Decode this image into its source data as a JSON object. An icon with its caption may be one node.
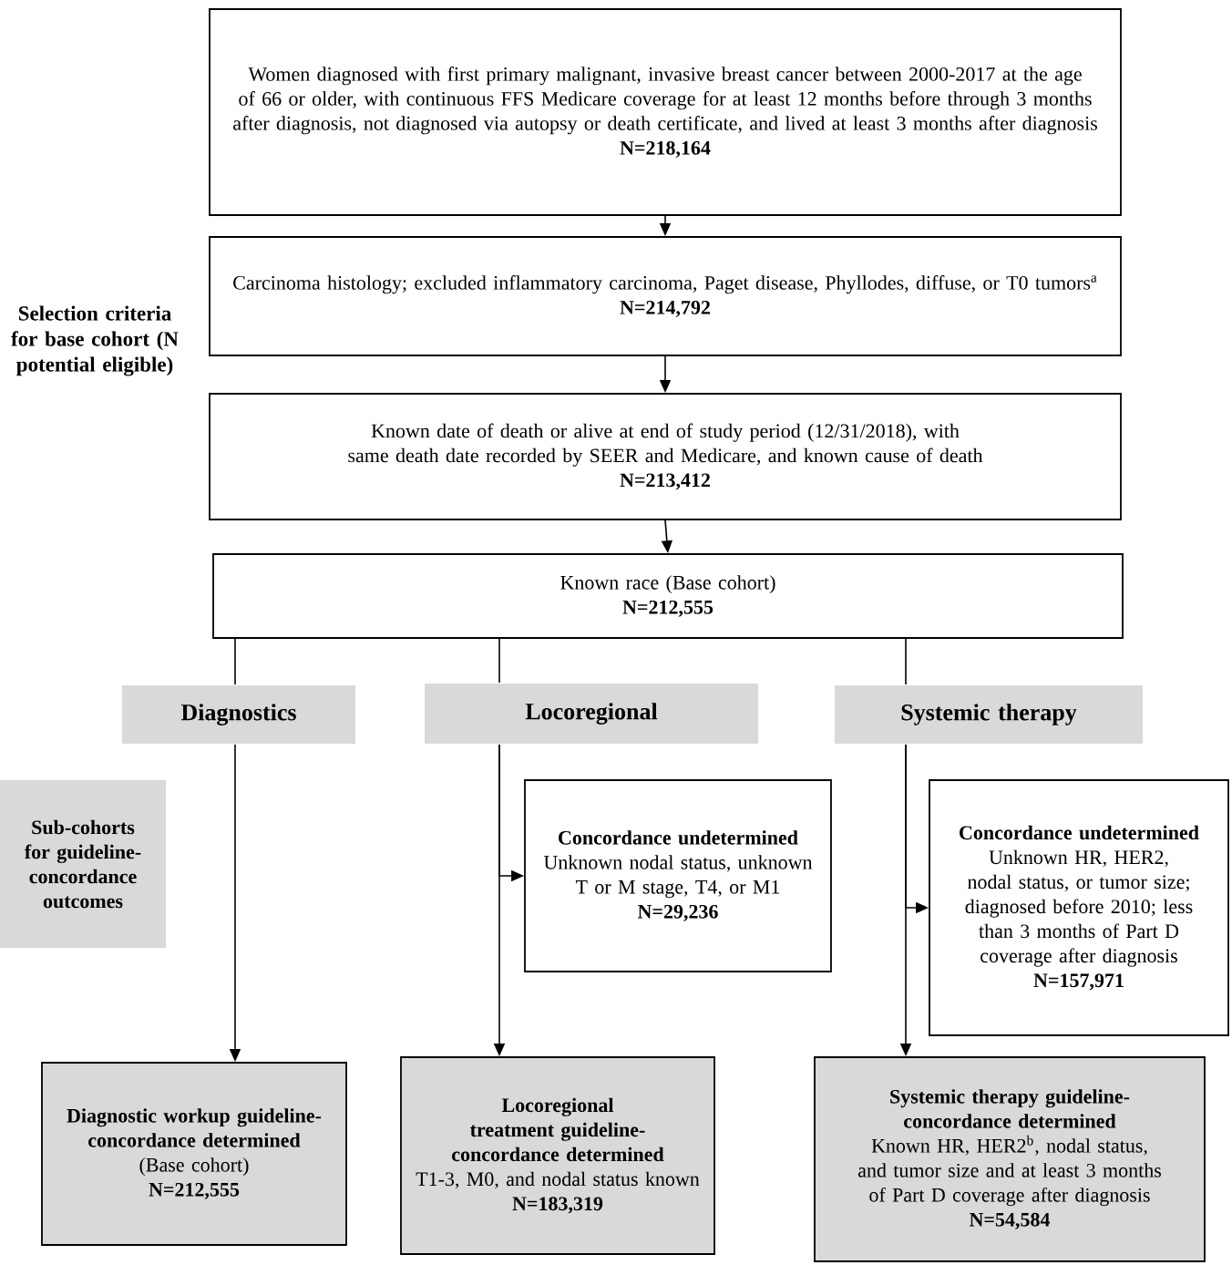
{
  "diagram": {
    "nodes": [
      {
        "text": [
          "Women diagnosed with first primary malignant, invasive breast cancer between 2000-2017 at the age of 66 or older, with continuous FFS Medicare coverage for at least 12 months before through 3 months after diagnosis, not diagnosed via autopsy or death certificate, and lived at least 3 months after diagnosis",
          "N=218,164"
        ]
      },
      {
        "text": [
          "Carcinoma histology; excluded inflammatory carcinoma, Paget disease, Phyllodes, diffuse, or T0 tumors$^{a}$",
          "N=214,792"
        ]
      },
      {
        "text": [
          "Known date of death or alive at end of study period (12/31/2018), with same death date recorded by SEER and Medicare, and known cause of death",
          "N=213,412"
        ]
      },
      {
        "text": [
          "Known race (Base cohort)",
          "N=212,555"
        ]
      },
      {
        "text": [
          "Diagnostics"
        ]
      },
      {
        "text": [
          "Locoregional"
        ]
      },
      {
        "text": [
          "Systemic therapy"
        ]
      },
      {
        "text": [
          "Sub-cohorts for guideline-concordance outcomes"
        ]
      },
      {
        "text": [
          "Concordance undetermined",
          "Unknown nodal status, unknown T or M stage, T4, or M1",
          "N=29,236"
        ]
      },
      {
        "text": [
          "Concordance undetermined",
          "Unknown HR, HER2, nodal status, or tumor size; diagnosed before 2010; less than 3 months of Part D coverage after diagnosis",
          "N=157,971"
        ]
      },
      {
        "text": [
          "Diagnostic workup guideline-concordance determined",
          "(Base cohort)",
          "N=212,555"
        ]
      },
      {
        "text": [
          "Locoregional treatment guideline-concordance determined",
          "T1-3, M0, and nodal status known",
          "N=183,319"
        ]
      },
      {
        "text": [
          "Systemic therapy guideline-concordance determined",
          "Known HR, HER2$^{b}$, nodal status, and tumor size and at least 3 months of Part D coverage after diagnosis",
          "N=54,584"
        ]
      }
    ],
    "edges": [
      {
        "from": 0,
        "to": 1,
        "arrow": "to"
      },
      {
        "from": 1,
        "to": 2,
        "arrow": "to"
      },
      {
        "from": 2,
        "to": 3,
        "arrow": "to"
      },
      {
        "from": 3,
        "to": 4,
        "arrow": "none"
      },
      {
        "from": 3,
        "to": 5,
        "arrow": "none"
      },
      {
        "from": 3,
        "to": 6,
        "arrow": "none"
      },
      {
        "from": 4,
        "to": 10,
        "arrow": "to"
      },
      {
        "from": 5,
        "to": 8,
        "arrow": "to"
      },
      {
        "from": 5,
        "to": 11,
        "arrow": "to"
      },
      {
        "from": 6,
        "to": 9,
        "arrow": "to"
      },
      {
        "from": 6,
        "to": 12,
        "arrow": "to"
      }
    ],
    "labels": [
      "Selection criteria for base cohort (N potential eligible)"
    ]
  }
}
